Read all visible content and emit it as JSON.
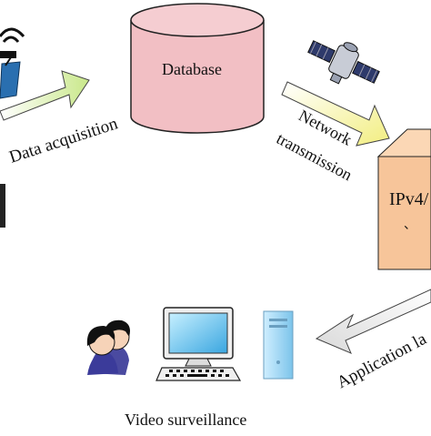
{
  "diagram": {
    "database": {
      "label": "Database"
    },
    "data_acquisition": {
      "label": "Data acquisition"
    },
    "network_transmission": {
      "line1": "Network",
      "line2": "transmission"
    },
    "protocol_box": {
      "label": "IPv4/",
      "sub": "、"
    },
    "application_layer": {
      "label": "Application la"
    },
    "video_surveillance": {
      "label": "Video surveillance"
    }
  },
  "colors": {
    "cylinder_fill": "#f2bfc4",
    "cylinder_stroke": "#222222",
    "arrow_gradient_start": "#ffffff",
    "arrow_gradient_end": "#c9e88a",
    "arrow_right_end": "#f5f08a",
    "box_front": "#f7c59a",
    "box_side": "#f3b27f",
    "box_top": "#fbd7b5"
  },
  "icons": [
    "antenna-icon",
    "satellite-icon",
    "people-icon",
    "monitor-icon",
    "computer-tower-icon",
    "keyboard-icon"
  ]
}
